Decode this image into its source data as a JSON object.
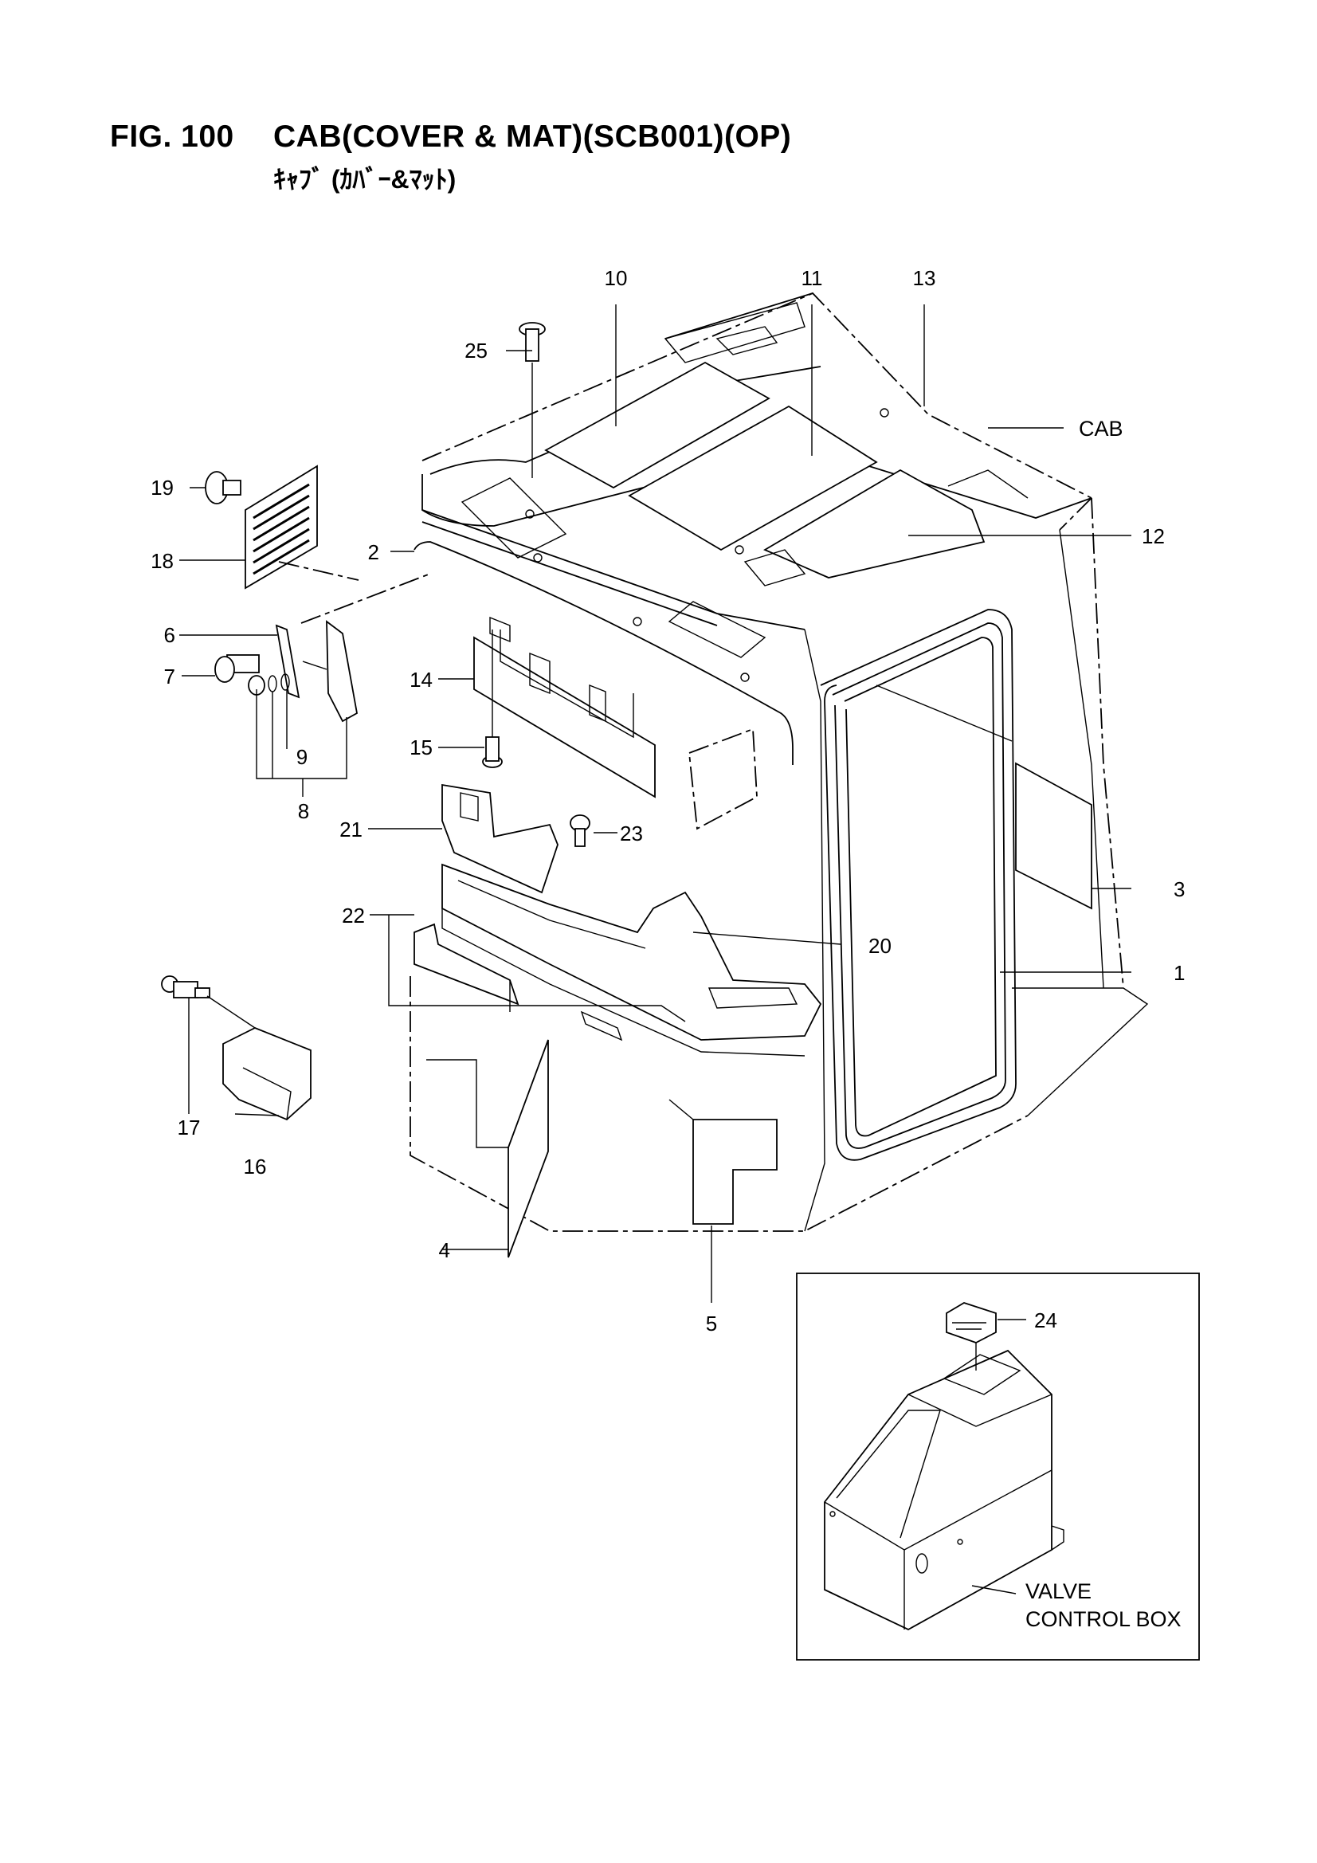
{
  "header": {
    "fig_number": "FIG. 100",
    "title": "CAB(COVER & MAT)(SCB001)(OP)",
    "subtitle": "ｷｬﾌﾞ (ｶﾊﾞｰ&ﾏｯﾄ)"
  },
  "callouts": {
    "c1": "1",
    "c2": "2",
    "c3": "3",
    "c4": "4",
    "c5": "5",
    "c6": "6",
    "c7": "7",
    "c8": "8",
    "c9": "9",
    "c10": "10",
    "c11": "11",
    "c12": "12",
    "c13": "13",
    "c14": "14",
    "c15": "15",
    "c16": "16",
    "c17": "17",
    "c18": "18",
    "c19": "19",
    "c20": "20",
    "c21": "21",
    "c22": "22",
    "c23": "23",
    "c24": "24",
    "c25": "25"
  },
  "labels": {
    "cab": "CAB",
    "valve_line1": "VALVE",
    "valve_line2": "CONTROL BOX"
  }
}
